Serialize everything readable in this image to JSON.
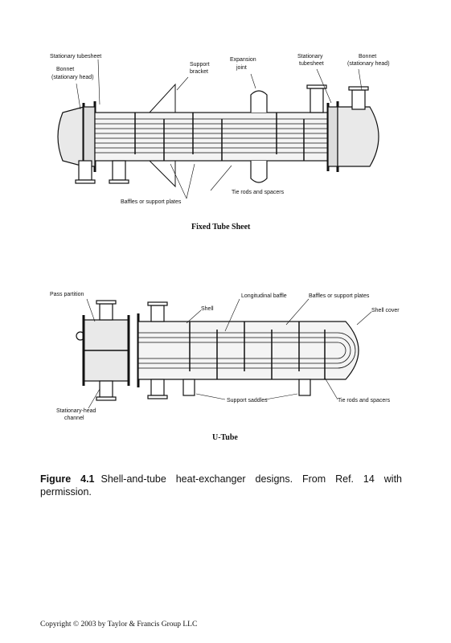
{
  "fixed": {
    "title": "Fixed Tube Sheet",
    "labels": {
      "stationary_tubesheet_left": "Stationary tubesheet",
      "bonnet_left_1": "Bonnet",
      "bonnet_left_2": "(stationary head)",
      "support_bracket_1": "Support",
      "support_bracket_2": "bracket",
      "expansion_joint_1": "Expansion",
      "expansion_joint_2": "joint",
      "stationary_tubesheet_right_1": "Stationary",
      "stationary_tubesheet_right_2": "tubesheet",
      "bonnet_right_1": "Bonnet",
      "bonnet_right_2": "(stationary head)",
      "tie_rods": "Tie rods and spacers",
      "baffles": "Baffles or support plates"
    }
  },
  "utube": {
    "title": "U-Tube",
    "labels": {
      "pass_partition": "Pass partition",
      "shell": "Shell",
      "longitudinal_baffle": "Longitudinal baffle",
      "baffles": "Baffles or support plates",
      "shell_cover": "Shell cover",
      "stationary_head_1": "Stationary-head",
      "stationary_head_2": "channel",
      "support_saddles": "Support saddles",
      "tie_rods": "Tie rods and spacers"
    }
  },
  "caption": {
    "figure_number": "Figure 4.1",
    "text": "Shell-and-tube heat-exchanger designs. From Ref. 14 with permission."
  },
  "copyright": "Copyright © 2003 by Taylor & Francis Group LLC"
}
